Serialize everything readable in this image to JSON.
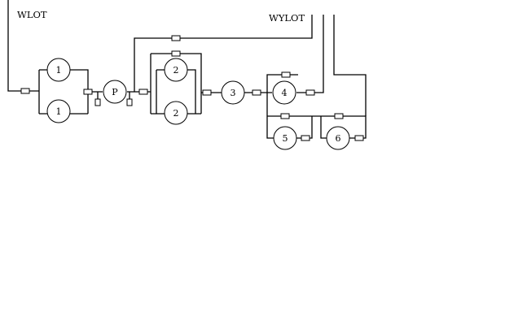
{
  "labels": {
    "inlet": "WLOT",
    "outlet": "WYLOT"
  },
  "nodes": {
    "n1a": "1",
    "n1b": "1",
    "pump": "P",
    "n2a": "2",
    "n2b": "2",
    "n3": "3",
    "n4": "4",
    "n5": "5",
    "n6": "6"
  }
}
